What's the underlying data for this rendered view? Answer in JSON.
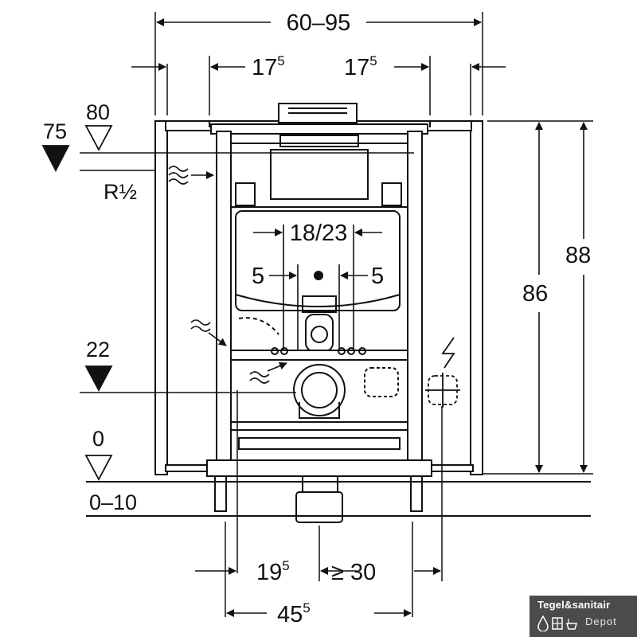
{
  "dimensions": {
    "overall_width": "60–95",
    "side_offset_left_base": "17",
    "side_offset_left_exp": "5",
    "side_offset_right_base": "17",
    "side_offset_right_exp": "5",
    "flush_range": "18/23",
    "flush_offset_left": "5",
    "flush_offset_right": "5",
    "height_inner": "86",
    "height_outer": "88",
    "drain_offset_base": "19",
    "drain_offset_exp": "5",
    "min_distance": "≥ 30",
    "foot_width_base": "45",
    "foot_width_exp": "5"
  },
  "levels": {
    "level_80": "80",
    "level_75": "75",
    "level_22": "22",
    "level_0": "0",
    "level_floor": "0–10"
  },
  "labels": {
    "water_connection": "R½"
  },
  "watermark": {
    "line1": "Tegel&sanitair",
    "line2": "Depot"
  },
  "icons": [
    "water-inlet-icon",
    "electrical-power-icon",
    "level-triangle-icon"
  ]
}
